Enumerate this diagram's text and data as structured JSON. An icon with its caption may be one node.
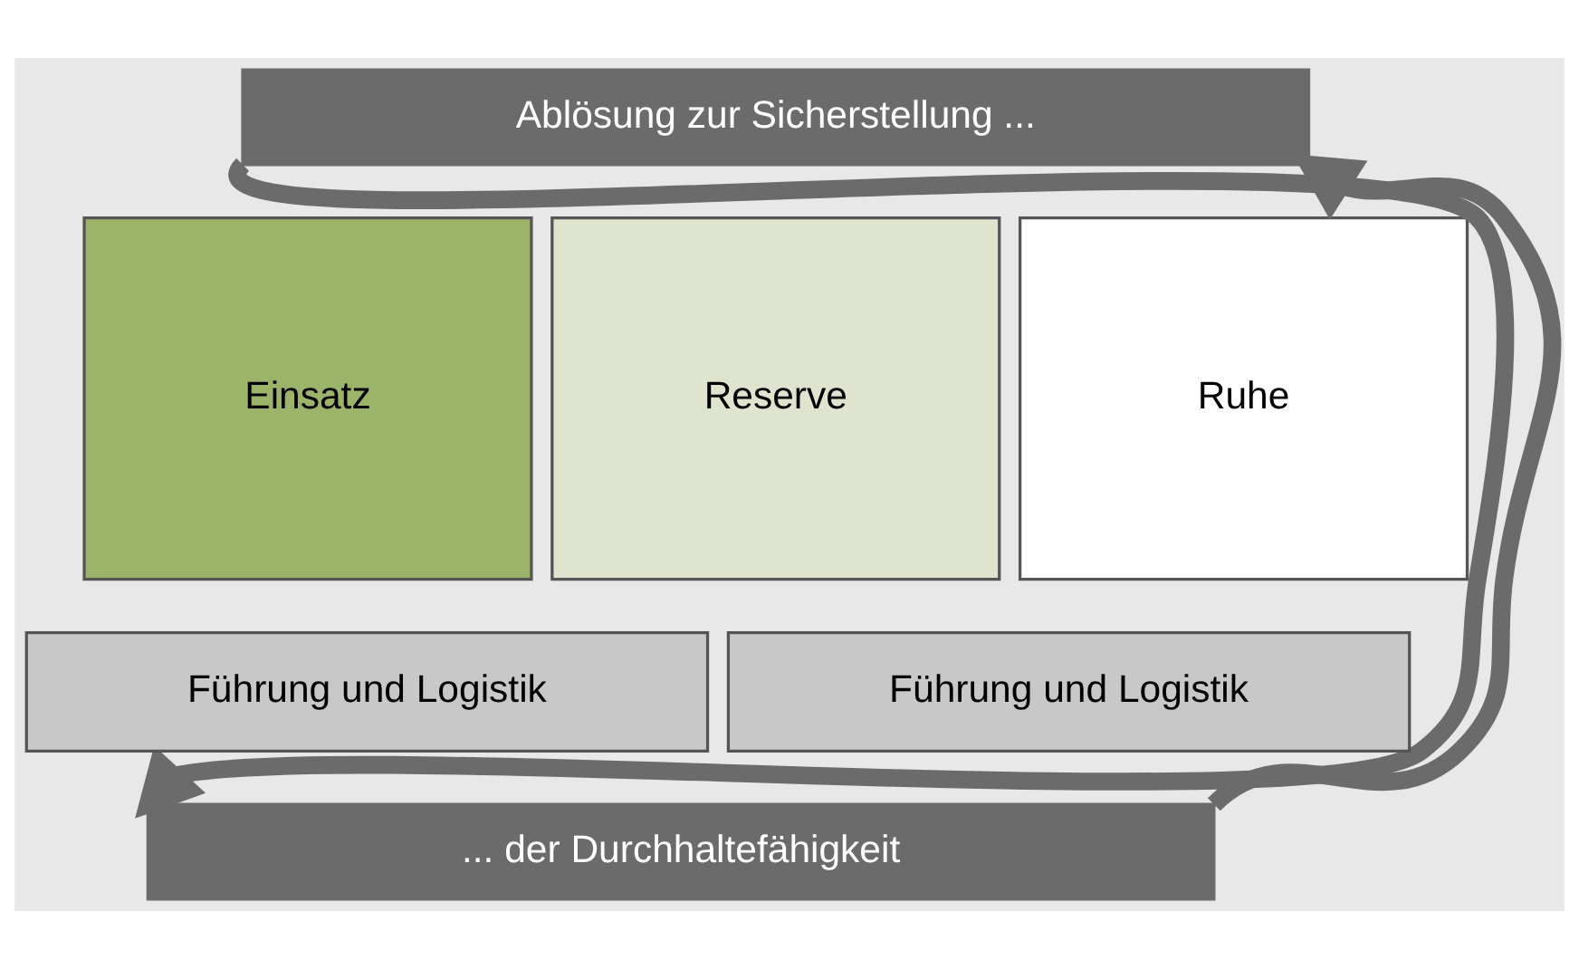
{
  "diagram": {
    "nodes": [
      {
        "text": [
          "Ablösung zur Sicherstellung ..."
        ]
      },
      {
        "text": [
          "Einsatz"
        ]
      },
      {
        "text": [
          "Reserve"
        ]
      },
      {
        "text": [
          "Ruhe"
        ]
      },
      {
        "text": [
          "Führung und Logistik"
        ]
      },
      {
        "text": [
          "Führung und Logistik"
        ]
      },
      {
        "text": [
          "... der Durchhaltefähigkeit"
        ]
      }
    ],
    "edges": [
      {
        "from": 0,
        "to": 6,
        "arrow": "to"
      },
      {
        "from": 6,
        "to": 0,
        "arrow": "to"
      }
    ]
  }
}
